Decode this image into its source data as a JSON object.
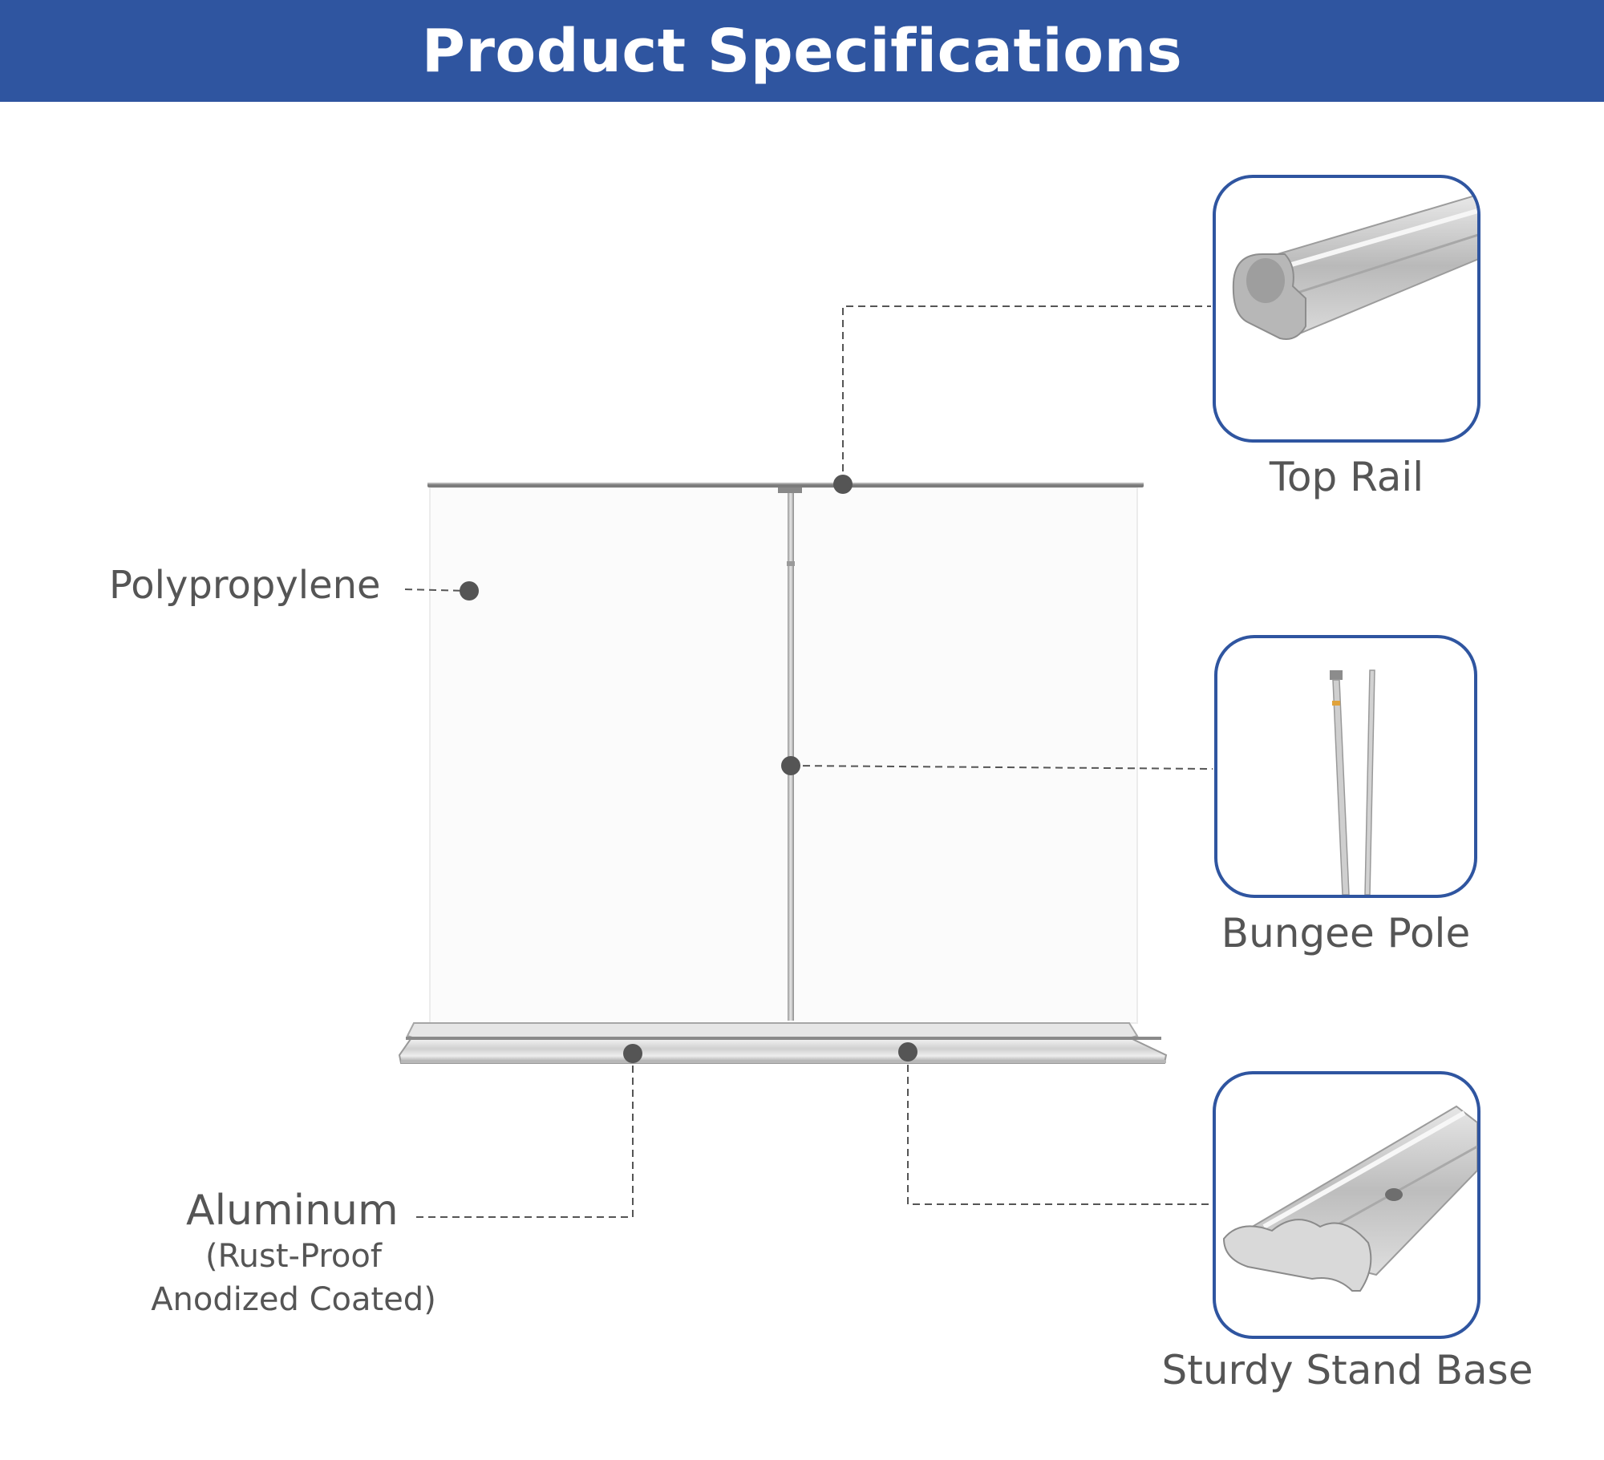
{
  "header": {
    "title": "Product Specifications"
  },
  "labels": {
    "polypropylene": "Polypropylene",
    "aluminum": "Aluminum",
    "aluminum_note_line1": "(Rust-Proof",
    "aluminum_note_line2": "Anodized Coated)"
  },
  "components": [
    {
      "name": "Top Rail",
      "icon": "top-rail-image"
    },
    {
      "name": "Bungee Pole",
      "icon": "bungee-pole-image"
    },
    {
      "name": "Sturdy Stand Base",
      "icon": "stand-base-image"
    }
  ],
  "colors": {
    "header_bg": "#2f55a0",
    "card_border": "#2f55a0",
    "text": "#555555",
    "marker": "#555555"
  }
}
